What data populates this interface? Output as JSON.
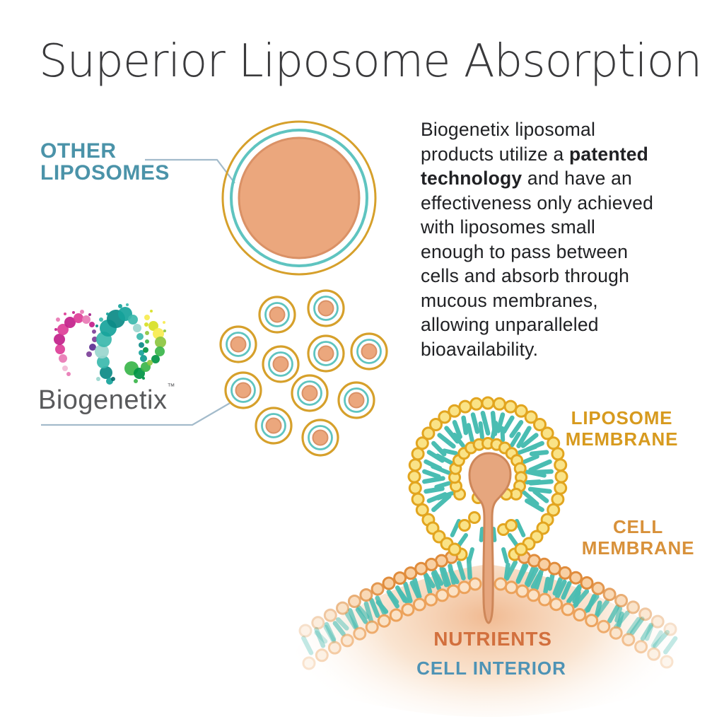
{
  "title": "Superior Liposome Absorption",
  "intro": {
    "runs": [
      {
        "text": "Biogenetix liposomal\nproducts utilize a ",
        "bold": false
      },
      {
        "text": "patented\ntechnology",
        "bold": true
      },
      {
        "text": " and have an\neffectiveness only achieved\nwith liposomes small\nenough to pass between\ncells and absorb through\nmucous membranes,\nallowing unparalleled\nbioavailability.",
        "bold": false
      }
    ]
  },
  "labels": {
    "other_liposomes": "OTHER\nLIPOSOMES",
    "liposome_membrane": "LIPOSOME\nMEMBRANE",
    "cell_membrane": "CELL\nMEMBRANE",
    "nutrients": "NUTRIENTS",
    "cell_interior": "CELL INTERIOR"
  },
  "brand": {
    "name": "Biogenetix",
    "trademark": "™"
  },
  "colors": {
    "title_text": "#3A3A3C",
    "body_text": "#202124",
    "other_liposomes_label": "#4B93A9",
    "cell_interior_label": "#4E93B5",
    "nutrients_label": "#D2703E",
    "liposome_membrane_label": "#D79A1E",
    "cell_membrane_label": "#D8913A",
    "wordmark_gray": "#58595B",
    "connector_line": "#A3BBCB",
    "ring_gold": "#D6A02B",
    "ring_teal": "#5FC4C0",
    "liposome_core_fill": "#EBA77D",
    "liposome_core_stroke": "#DA9166",
    "bead_yellow_fill": "#FAE387",
    "bead_yellow_stroke": "#E2A51F",
    "tail_teal": "#4ABDB2",
    "membrane_bead_fill": "#F8D0A4",
    "membrane_bead_stroke": "#E08C3C",
    "membrane_bead_fill_inner": "#FBE2C6",
    "membrane_bead_stroke_inner": "#ECA25B",
    "droplet_fill": "#E6A67E",
    "droplet_stroke": "#CE8759",
    "interior_glow": "#EFB285",
    "interior_glow_mid": "#F5CEAA",
    "logo_palette": [
      "#F2B8D5",
      "#E878B4",
      "#DD3D97",
      "#C2208A",
      "#A01D85",
      "#7C3F98",
      "#5C2E91",
      "#9AD6CE",
      "#3BB8AC",
      "#16A39B",
      "#0B8A85",
      "#056D6C",
      "#8CC63F",
      "#39B54A",
      "#009444",
      "#F7EC4F",
      "#D7DF23",
      "#0E9B8F"
    ]
  }
}
